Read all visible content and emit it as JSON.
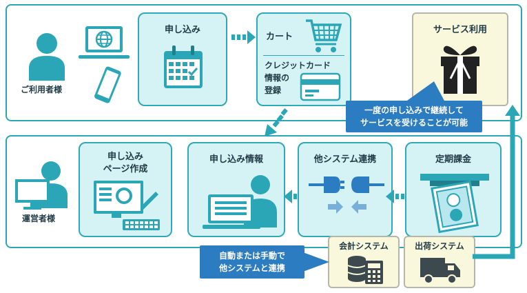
{
  "customer": {
    "label": "ご利用者様",
    "apply": "申し込み",
    "cart": "カート",
    "credit_line1": "クレジットカード",
    "credit_line2": "情報の",
    "credit_line3": "登録",
    "service": "サービス利用"
  },
  "callout_top": {
    "line1": "一度の申し込みで継続して",
    "line2": "サービスを受けることが可能"
  },
  "operator": {
    "label": "運営者様",
    "page_line1": "申し込み",
    "page_line2": "ページ作成",
    "info": "申し込み情報",
    "link": "他システム連携",
    "billing": "定期課金"
  },
  "systems": {
    "accounting": "会計システム",
    "shipping": "出荷システム"
  },
  "callout_bottom": {
    "line1": "自動または手動で",
    "line2": "他システムと連携"
  },
  "colors": {
    "teal": "#2aa6b6",
    "light_teal": "#d5f2f5",
    "blue": "#2b7cc0",
    "cream": "#f9f7dc"
  }
}
